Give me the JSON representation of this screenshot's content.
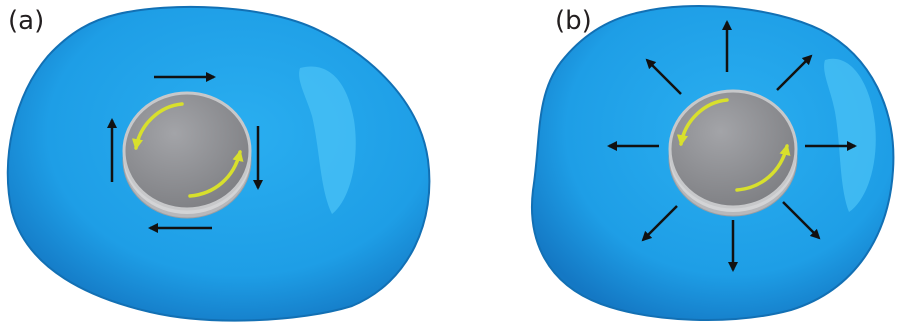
{
  "panels": [
    {
      "label": "(a)",
      "arrow_pattern": "circulating"
    },
    {
      "label": "(b)",
      "arrow_pattern": "radial"
    }
  ],
  "colors": {
    "fluid": "#1e9ee6",
    "fluid_highlight": "#49c2f5",
    "fluid_edge": "#1270b4",
    "disc": "#8e8f93",
    "disc_rim": "#c7c8ca",
    "rotation_arrow": "#d8e02c",
    "flow_arrow": "#111111"
  },
  "icons": [
    "rotation-arrow-icon",
    "flow-arrow-icon"
  ]
}
